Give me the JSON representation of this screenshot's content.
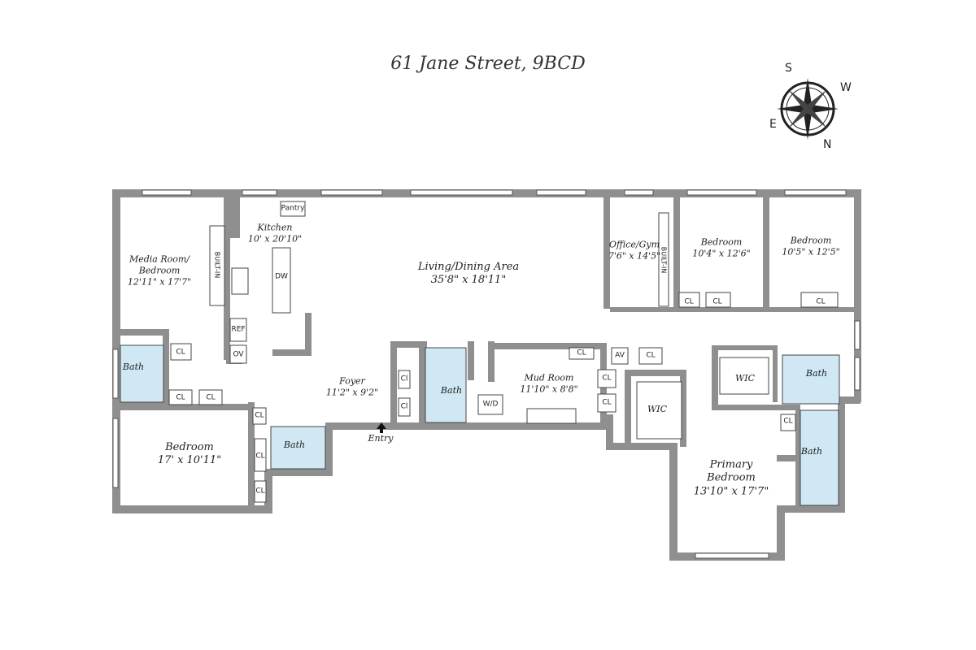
{
  "title": "61 Jane Street, 9BCD",
  "compass": {
    "s": "S",
    "w": "W",
    "e": "E",
    "n": "N"
  },
  "rooms": {
    "media_room": {
      "name_1": "Media Room/",
      "name_2": "Bedroom",
      "dims": "12'11\" x 17'7\""
    },
    "kitchen": {
      "name": "Kitchen",
      "dims": "10' x 20'10\""
    },
    "living": {
      "name": "Living/Dining Area",
      "dims": "35'8\" x 18'11\""
    },
    "office": {
      "name": "Office/Gym",
      "dims": "7'6\" x 14'5\""
    },
    "bedroom_2": {
      "name": "Bedroom",
      "dims": "10'4\" x 12'6\""
    },
    "bedroom_3": {
      "name": "Bedroom",
      "dims": "10'5\" x 12'5\""
    },
    "foyer": {
      "name": "Foyer",
      "dims": "11'2\" x 9'2\""
    },
    "mud_room": {
      "name": "Mud Room",
      "dims": "11'10\" x 8'8\""
    },
    "bedroom_1": {
      "name": "Bedroom",
      "dims": "17' x 10'11\""
    },
    "primary": {
      "name_1": "Primary",
      "name_2": "Bedroom",
      "dims": "13'10\" x 17'7\""
    }
  },
  "labels": {
    "pantry": "Pantry",
    "built_in": "BUILT-IN",
    "dw": "DW",
    "ref": "REF",
    "ov": "OV",
    "bath": "Bath",
    "cl": "CL",
    "cl_short": "Cl",
    "wic": "WIC",
    "wd": "W/D",
    "av": "AV",
    "entry": "Entry"
  },
  "colors": {
    "wall": "#8a8a8a",
    "wall_dark": "#6e6e6e",
    "bath_fill": "#cfe8f3",
    "line": "#333333"
  }
}
